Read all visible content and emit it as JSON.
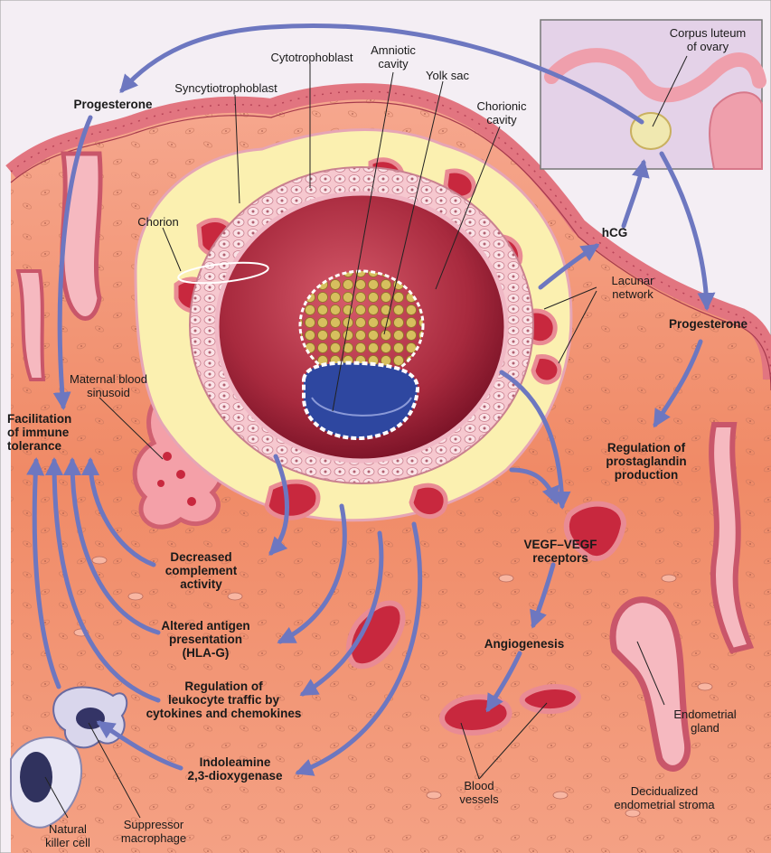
{
  "labels": {
    "corpus_luteum": "Corpus luteum\nof ovary",
    "cytotrophoblast": "Cytotrophoblast",
    "amniotic_cavity": "Amniotic\ncavity",
    "yolk_sac": "Yolk sac",
    "chorionic_cavity": "Chorionic\ncavity",
    "syncytiotrophoblast": "Syncytiotrophoblast",
    "progesterone_left": "Progesterone",
    "chorion": "Chorion",
    "hcg": "hCG",
    "lacunar_network": "Lacunar\nnetwork",
    "progesterone_right": "Progesterone",
    "maternal_blood_sinusoid": "Maternal blood\nsinusoid",
    "facilitation": "Facilitation\nof immune\ntolerance",
    "regulation_prostaglandin": "Regulation of\nprostaglandin\nproduction",
    "decreased_complement": "Decreased\ncomplement\nactivity",
    "vegf": "VEGF–VEGF\nreceptors",
    "altered_antigen": "Altered antigen\npresentation\n(HLA-G)",
    "angiogenesis": "Angiogenesis",
    "regulation_leukocyte": "Regulation of\nleukocyte traffic by\ncytokines and chemokines",
    "endometrial_gland": "Endometrial\ngland",
    "indoleamine": "Indoleamine\n2,3-dioxygenase",
    "blood_vessels": "Blood\nvessels",
    "decidualized": "Decidualized\nendometrial stroma",
    "natural_killer": "Natural\nkiller cell",
    "suppressor_macrophage": "Suppressor\nmacrophage"
  },
  "colors": {
    "arrow": "#6d77c0",
    "stroma": "#f08a66",
    "epithelium": "#e87a7f",
    "chorionic_cavity": "#a82a3e",
    "yolk_sac": "#c9ad4c",
    "amniotic": "#2e47a0",
    "trophoblast_yellow": "#fbf0b0"
  }
}
